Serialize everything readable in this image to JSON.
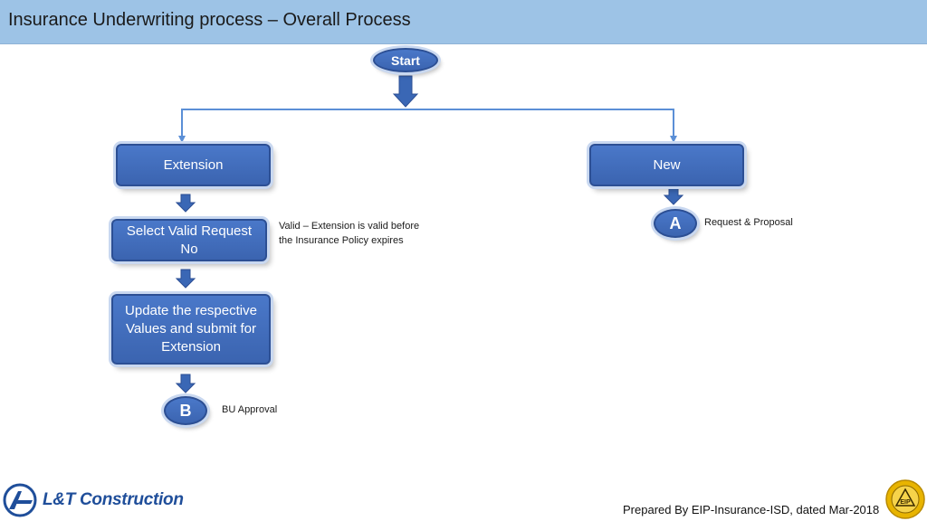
{
  "header": {
    "title": "Insurance Underwriting process – Overall Process"
  },
  "flow": {
    "start": "Start",
    "extension": "Extension",
    "new": "New",
    "select_request": "Select  Valid Request No",
    "update_values": "Update the respective Values and submit for Extension",
    "connector_a": "A",
    "connector_b": "B"
  },
  "notes": {
    "valid_extension_line1": "Valid – Extension is valid before",
    "valid_extension_line2": "the Insurance Policy expires",
    "request_proposal": "Request & Proposal",
    "bu_approval": "BU Approval"
  },
  "footer": {
    "logo_text": "L&T Construction",
    "prepared_by": "Prepared By EIP-Insurance-ISD, dated Mar-2018",
    "seal_text": "EIP"
  },
  "colors": {
    "header_bg": "#9dc3e6",
    "shape_fill": "#4472c4",
    "arrow": "#3a67b5",
    "brand": "#1f4e9a",
    "seal": "#e8b400"
  }
}
